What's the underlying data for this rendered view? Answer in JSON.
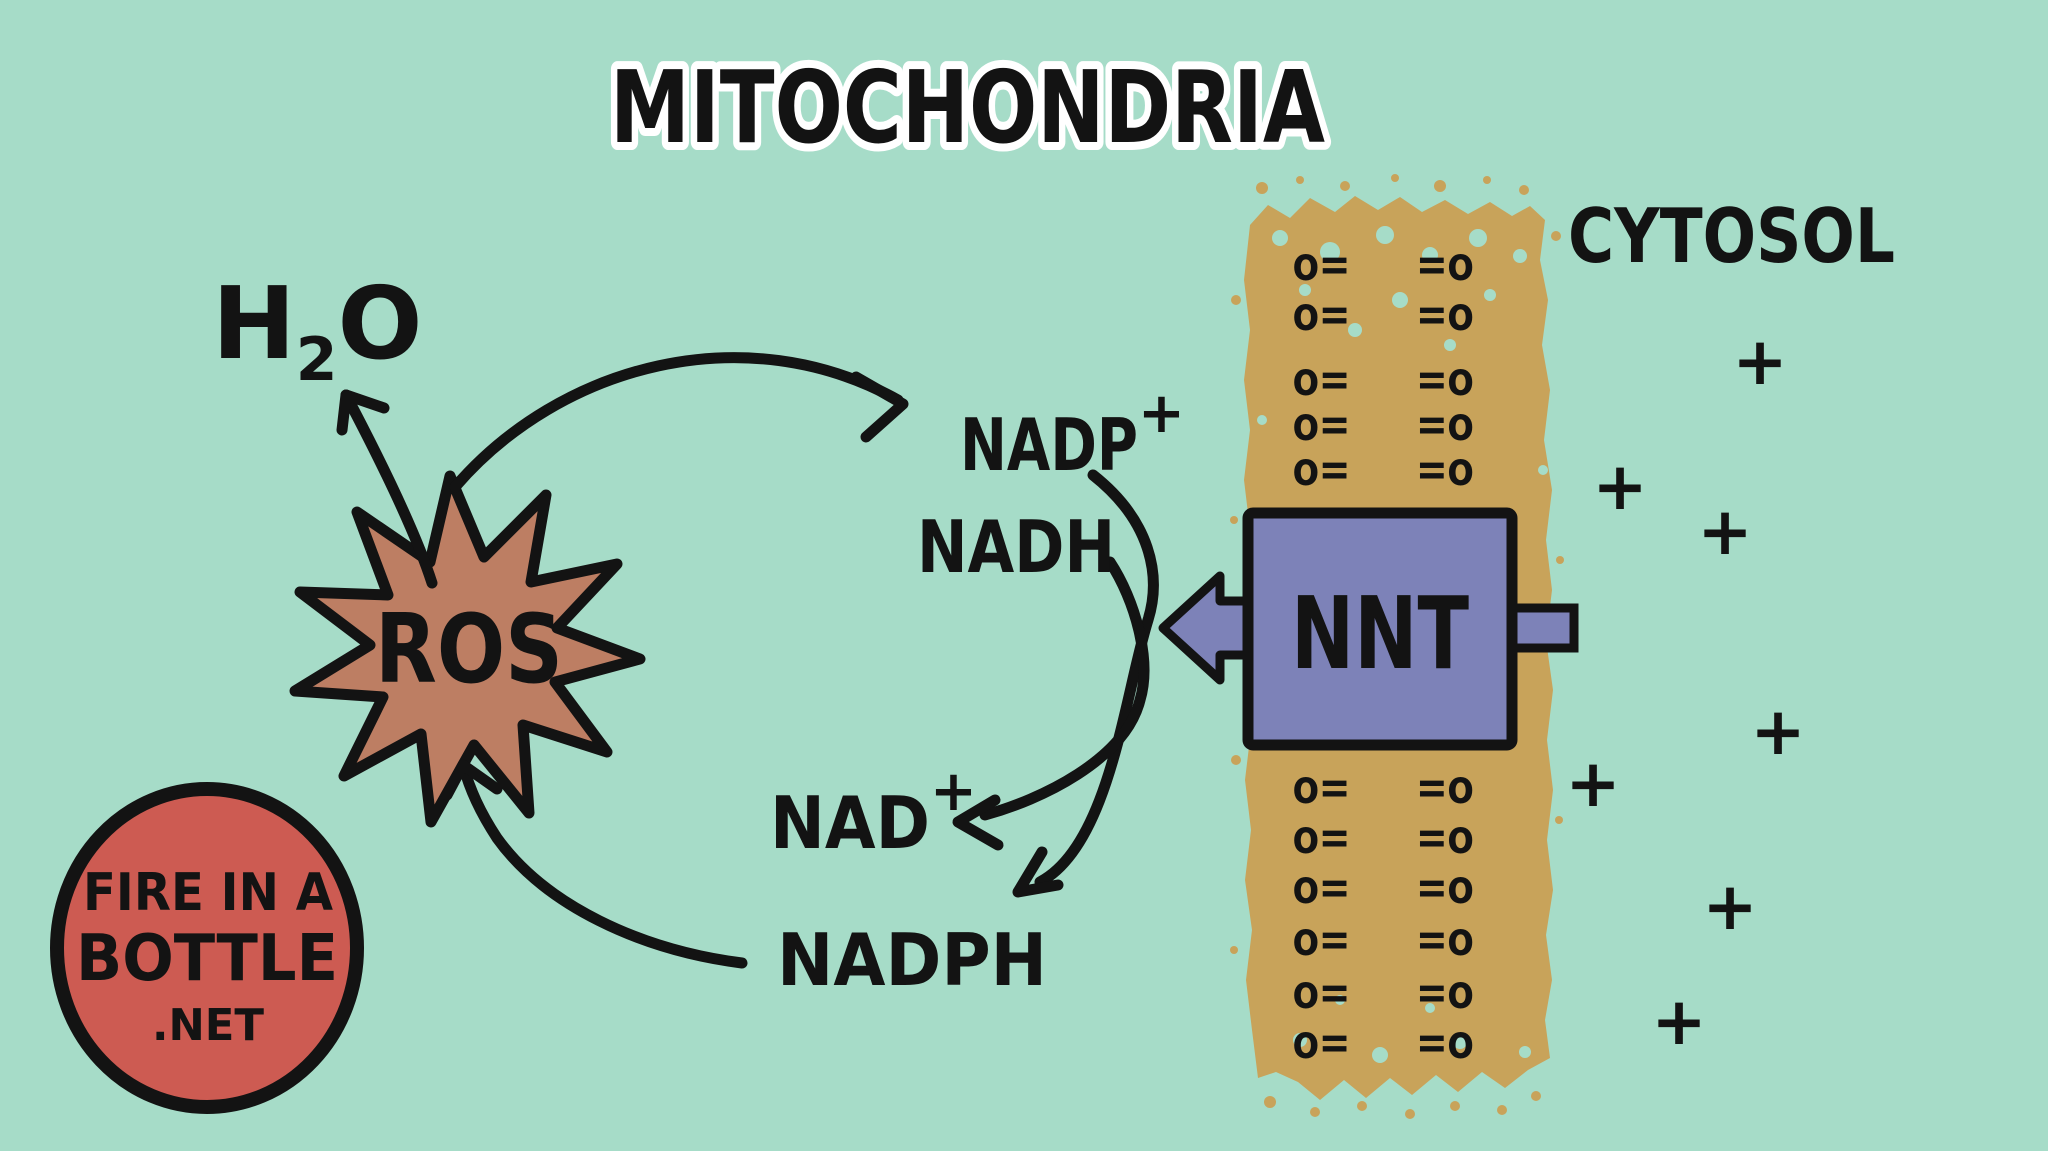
{
  "title": "MITOCHONDRIA",
  "regions": {
    "cytosol_label": "CYTOSOL"
  },
  "molecules": {
    "h2o": {
      "h": "H",
      "sub": "2",
      "o": "O"
    },
    "nadp": {
      "base": "NADP",
      "sup": "+"
    },
    "nadh": "NADH",
    "nad": {
      "base": "NAD",
      "sup": "+"
    },
    "nadph": "NADPH",
    "ros": "ROS"
  },
  "transporter": {
    "label": "NNT"
  },
  "membrane": {
    "left_glyph": "o=",
    "right_glyph": "=o",
    "top_rows": 5,
    "bottom_rows": 6
  },
  "charges": [
    "+",
    "+",
    "+",
    "+",
    "+",
    "+",
    "+"
  ],
  "logo": {
    "line1": "FIRE IN A",
    "line2": "BOTTLE",
    "line3": ".NET"
  },
  "colors": {
    "background": "#a6dcc8",
    "membrane": "#c8a35a",
    "transporter": "#7d82b8",
    "ros_fill": "#bd7e63",
    "logo_fill": "#cd5b52",
    "ink": "#131313",
    "title_outline": "#ffffff"
  }
}
